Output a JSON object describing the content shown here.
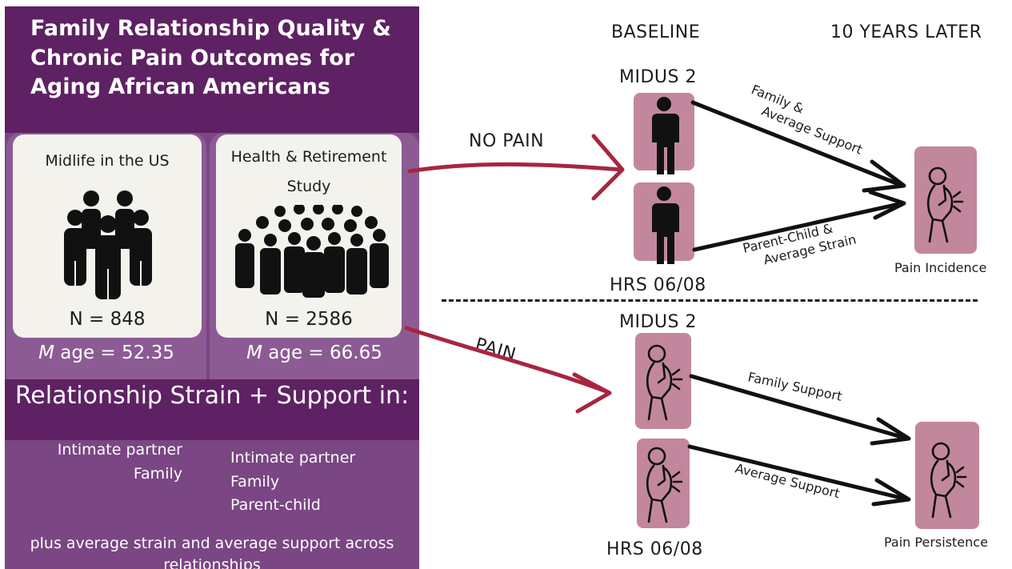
{
  "title": "Family Relationship Quality & Chronic Pain Outcomes for Aging African Americans",
  "studies": [
    {
      "name": "Midlife in the US",
      "n": "N = 848",
      "m_label": "M",
      "age_text": "age = 52.35"
    },
    {
      "name": "Health & Retirement Study",
      "n": "N = 2586",
      "m_label": "M",
      "age_text": "age = 66.65"
    }
  ],
  "relationship_title": "Relationship Strain + Support in:",
  "relationships_midus": [
    "Intimate partner",
    "Family"
  ],
  "relationships_hrs": [
    "Intimate partner",
    "Family",
    "Parent-child"
  ],
  "plus_text": "plus average strain and average support across relationships",
  "headers": {
    "baseline": "BASELINE",
    "later": "10 YEARS LATER"
  },
  "group_no_pain": {
    "label": "NO PAIN",
    "top_dataset": "MIDUS 2",
    "bottom_dataset": "HRS 06/08",
    "edge_top": "Family & Average Support",
    "edge_bottom": "Parent-Child & Average Strain",
    "outcome": "Pain Incidence"
  },
  "group_pain": {
    "label": "PAIN",
    "top_dataset": "MIDUS 2",
    "bottom_dataset": "HRS 06/08",
    "edge_top": "Family Support",
    "edge_bottom": "Average Support",
    "outcome": "Pain Persistence"
  },
  "colors": {
    "deep_purple": "#5e2163",
    "mid_purple": "#7a4683",
    "light_purple": "#8c5b94",
    "card": "#f3f2ec",
    "pink_box": "#c2879d",
    "red_arrow": "#a8253f",
    "ink": "#1c1c1c"
  },
  "icons": [
    "group-of-people-icon",
    "crowd-icon",
    "person-icon",
    "pain-person-icon"
  ]
}
